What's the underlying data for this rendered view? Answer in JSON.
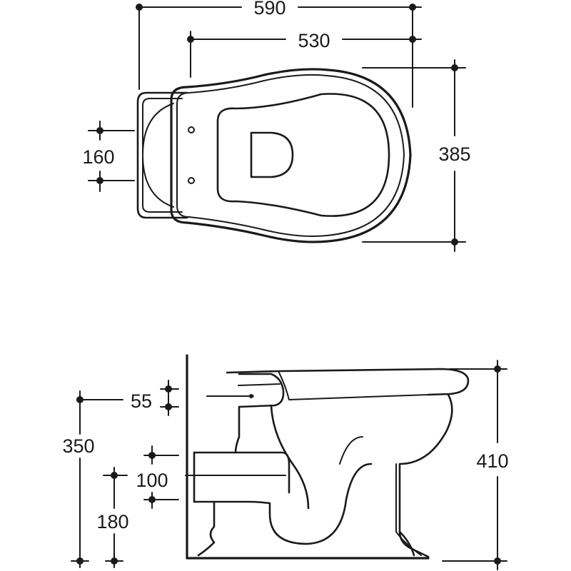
{
  "dimensions": {
    "top_width_overall": "590",
    "top_width_bowl": "530",
    "top_depth": "385",
    "top_outlet_width": "160",
    "side_seat_offset": "55",
    "side_outlet_height": "350",
    "side_outlet_diameter": "100",
    "side_outlet_bottom": "180",
    "side_total_height": "410"
  },
  "colors": {
    "ink": "#1a1a1a",
    "background": "#ffffff"
  }
}
